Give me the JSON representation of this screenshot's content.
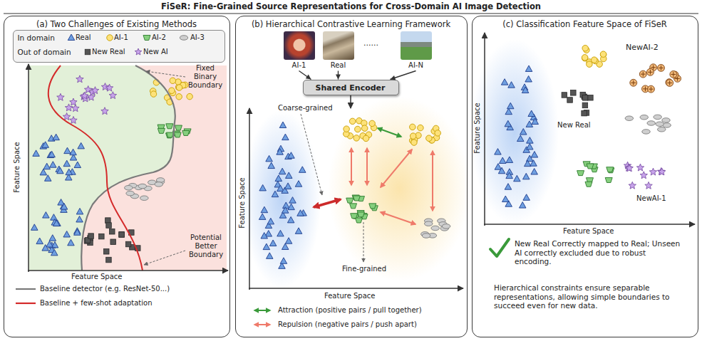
{
  "diagram": {
    "title": "FiSeR: Fine-Grained Source Representations for Cross-Domain AI Image Detection",
    "nodes": [
      {
        "text": [
          "(a) Two Challenges of Existing Methods"
        ]
      },
      {
        "text": [
          "In domain",
          "Out of domain"
        ],
        "in": 0
      },
      {
        "text": [
          "(b) Hierarchical Contrastive Learning Framework"
        ]
      },
      {
        "text": [
          "AI-1"
        ],
        "in": 2
      },
      {
        "text": [
          "Real"
        ],
        "in": 2
      },
      {
        "text": [
          "AI-N"
        ],
        "in": 2
      },
      {
        "text": [
          "Shared Encoder"
        ],
        "in": 2
      },
      {
        "text": [
          "(c) Classification Feature Space of FiSeR"
        ]
      }
    ],
    "edges": [
      {
        "from": 3,
        "to": 6,
        "arrow": "to"
      },
      {
        "from": 4,
        "to": 6,
        "arrow": "to"
      },
      {
        "from": 5,
        "to": 6,
        "arrow": "to"
      }
    ],
    "labels": [
      "Feature Space",
      "Feature Space",
      "Fixed Binary Boundary",
      "Potential Better Boundary",
      "......",
      "Coarse-grained",
      "Fine-grained",
      "Feature Space",
      "Feature Space",
      "NewAI-2",
      "New Real",
      "NewAI-1",
      "Feature Space",
      "Feature Space",
      "New Real Correctly mapped to Real; Unseen AI correctly excluded due to robust encoding.",
      "Hierarchical constraints ensure separable representations, allowing simple boundaries to succeed even for new data."
    ],
    "legend": [
      {
        "text": "Real"
      },
      {
        "text": "AI-1"
      },
      {
        "text": "AI-2"
      },
      {
        "text": "AI-3"
      },
      {
        "text": "New Real"
      },
      {
        "text": "New AI"
      },
      {
        "text": "Baseline detector (e.g. ResNet-50...)"
      },
      {
        "text": "Baseline + few-shot adaptation"
      },
      {
        "text": "Attraction (positive pairs / pull together)"
      },
      {
        "text": "Repulsion (negative pairs / push apart)"
      }
    ]
  }
}
